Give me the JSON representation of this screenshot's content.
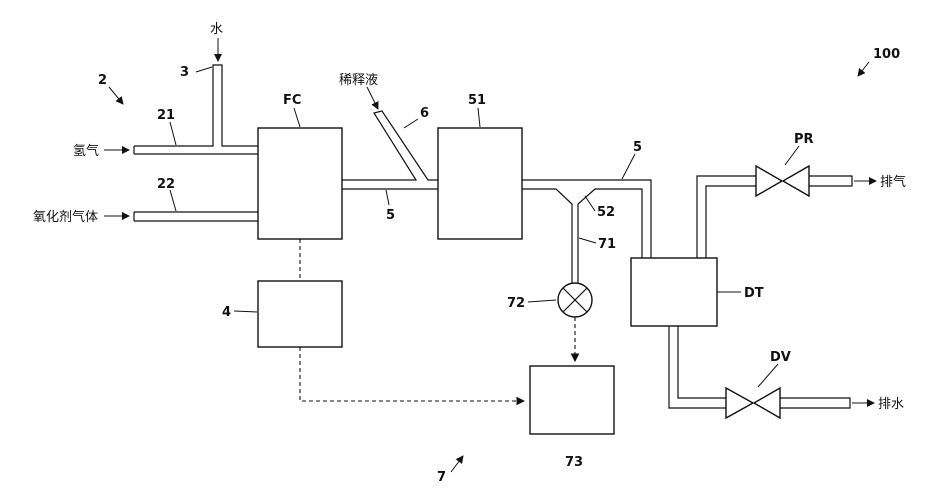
{
  "labels": {
    "system": "100",
    "ref_2": "2",
    "ref_3": "3",
    "ref_21": "21",
    "ref_22": "22",
    "ref_4": "4",
    "ref_5a": "5",
    "ref_5b": "5",
    "ref_6": "6",
    "ref_7": "7",
    "ref_51": "51",
    "ref_52": "52",
    "ref_71": "71",
    "ref_72": "72",
    "ref_73": "73",
    "fc": "FC",
    "dt": "DT",
    "pr": "PR",
    "dv": "DV"
  },
  "texts": {
    "water": "水",
    "hydrogen": "氢气",
    "oxidant": "氧化剂气体",
    "diluent": "稀释液",
    "exhaust_gas": "排气",
    "drain": "排水"
  }
}
